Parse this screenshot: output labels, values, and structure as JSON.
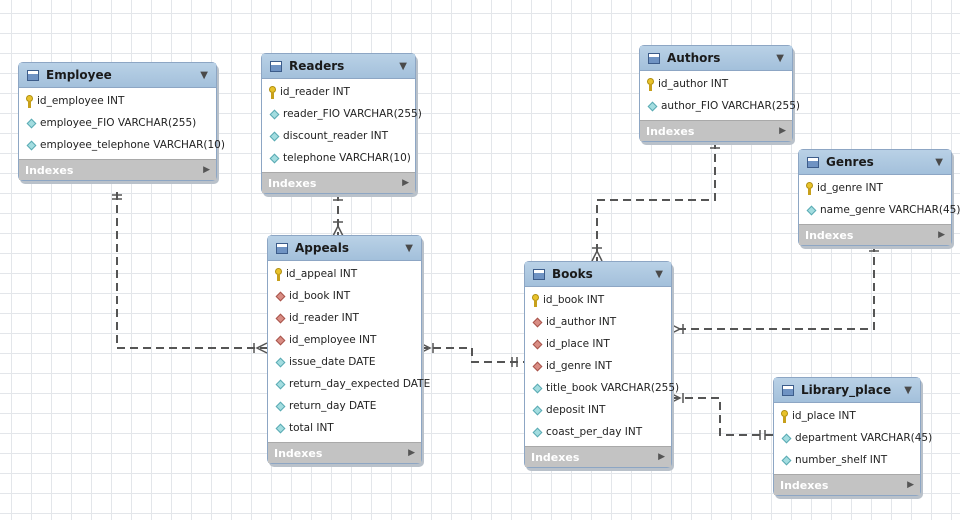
{
  "tables": {
    "employee": {
      "name": "Employee",
      "columns": [
        {
          "text": "id_employee INT",
          "kind": "pk"
        },
        {
          "text": "employee_FIO VARCHAR(255)",
          "kind": "attr"
        },
        {
          "text": "employee_telephone VARCHAR(10)",
          "kind": "attr"
        }
      ],
      "indexes_label": "Indexes"
    },
    "readers": {
      "name": "Readers",
      "columns": [
        {
          "text": "id_reader INT",
          "kind": "pk"
        },
        {
          "text": "reader_FIO VARCHAR(255)",
          "kind": "attr"
        },
        {
          "text": "discount_reader INT",
          "kind": "attr"
        },
        {
          "text": "telephone VARCHAR(10)",
          "kind": "attr"
        }
      ],
      "indexes_label": "Indexes"
    },
    "authors": {
      "name": "Authors",
      "columns": [
        {
          "text": "id_author INT",
          "kind": "pk"
        },
        {
          "text": "author_FIO VARCHAR(255)",
          "kind": "attr"
        }
      ],
      "indexes_label": "Indexes"
    },
    "genres": {
      "name": "Genres",
      "columns": [
        {
          "text": "id_genre INT",
          "kind": "pk"
        },
        {
          "text": "name_genre VARCHAR(45)",
          "kind": "attr"
        }
      ],
      "indexes_label": "Indexes"
    },
    "appeals": {
      "name": "Appeals",
      "columns": [
        {
          "text": "id_appeal INT",
          "kind": "pk"
        },
        {
          "text": "id_book INT",
          "kind": "fk"
        },
        {
          "text": "id_reader INT",
          "kind": "fk"
        },
        {
          "text": "id_employee INT",
          "kind": "fk"
        },
        {
          "text": "issue_date DATE",
          "kind": "attr"
        },
        {
          "text": "return_day_expected DATE",
          "kind": "attr"
        },
        {
          "text": "return_day DATE",
          "kind": "attr"
        },
        {
          "text": "total INT",
          "kind": "attr"
        }
      ],
      "indexes_label": "Indexes"
    },
    "books": {
      "name": "Books",
      "columns": [
        {
          "text": "id_book INT",
          "kind": "pk"
        },
        {
          "text": "id_author INT",
          "kind": "fk"
        },
        {
          "text": "id_place INT",
          "kind": "fk"
        },
        {
          "text": "id_genre INT",
          "kind": "fk"
        },
        {
          "text": "title_book VARCHAR(255)",
          "kind": "attr"
        },
        {
          "text": "deposit INT",
          "kind": "attr"
        },
        {
          "text": "coast_per_day INT",
          "kind": "attr"
        }
      ],
      "indexes_label": "Indexes"
    },
    "library_place": {
      "name": "Library_place",
      "columns": [
        {
          "text": "id_place INT",
          "kind": "pk"
        },
        {
          "text": "department VARCHAR(45)",
          "kind": "attr"
        },
        {
          "text": "number_shelf INT",
          "kind": "attr"
        }
      ],
      "indexes_label": "Indexes"
    }
  },
  "colors": {
    "header_top": "#b9d1e6",
    "header_bottom": "#a3c0db",
    "border": "#8da6c4",
    "indexes_bg": "#c3c3c3",
    "pk_key": "#e8c22b",
    "fk_diamond": "#d98d84",
    "attr_diamond": "#a3dde0",
    "connector": "#555555"
  },
  "icons": {
    "table": "table-icon",
    "pk": "key-icon",
    "fk": "fk-diamond-icon",
    "attr": "attribute-diamond-icon",
    "menu": "dropdown-triangle-icon",
    "expand": "expand-arrow-icon"
  },
  "relationships": [
    {
      "from": "employee",
      "to": "appeals",
      "cardinality": "one-to-many"
    },
    {
      "from": "readers",
      "to": "appeals",
      "cardinality": "one-to-many"
    },
    {
      "from": "books",
      "to": "appeals",
      "cardinality": "one-to-many"
    },
    {
      "from": "authors",
      "to": "books",
      "cardinality": "one-to-many"
    },
    {
      "from": "genres",
      "to": "books",
      "cardinality": "one-to-many"
    },
    {
      "from": "library_place",
      "to": "books",
      "cardinality": "one-to-many"
    }
  ]
}
